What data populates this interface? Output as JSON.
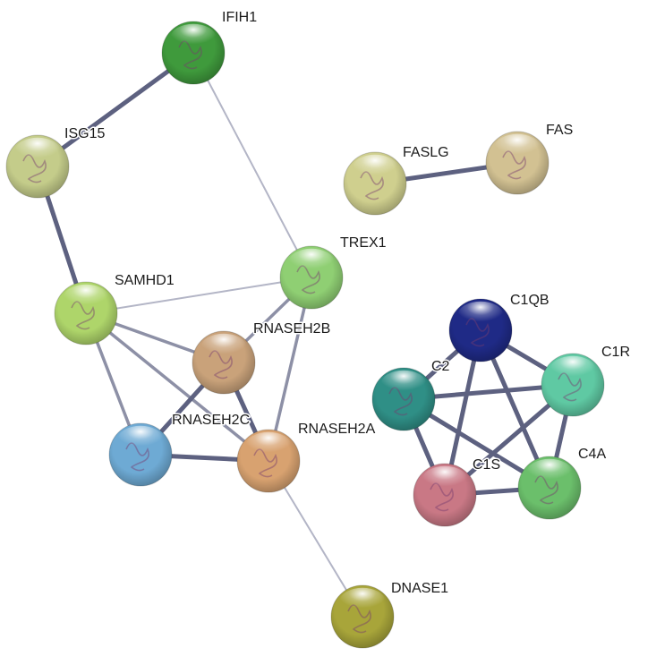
{
  "network": {
    "nodes": [
      {
        "id": "IFIH1",
        "label": "IFIH1",
        "color": "#3f9a3c"
      },
      {
        "id": "ISG15",
        "label": "ISG15",
        "color": "#c4cc8a"
      },
      {
        "id": "FASLG",
        "label": "FASLG",
        "color": "#cfcf8e"
      },
      {
        "id": "FAS",
        "label": "FAS",
        "color": "#d2c192"
      },
      {
        "id": "TREX1",
        "label": "TREX1",
        "color": "#8fcf73"
      },
      {
        "id": "SAMHD1",
        "label": "SAMHD1",
        "color": "#aed56a"
      },
      {
        "id": "RNASEH2B",
        "label": "RNASEH2B",
        "color": "#c9a27a"
      },
      {
        "id": "RNASEH2C",
        "label": "RNASEH2C",
        "color": "#6eaad4"
      },
      {
        "id": "RNASEH2A",
        "label": "RNASEH2A",
        "color": "#d8a270"
      },
      {
        "id": "DNASE1",
        "label": "DNASE1",
        "color": "#a8a53a"
      },
      {
        "id": "C1QB",
        "label": "C1QB",
        "color": "#1f2a86"
      },
      {
        "id": "C1R",
        "label": "C1R",
        "color": "#5fc9a3"
      },
      {
        "id": "C2",
        "label": "C2",
        "color": "#2f8f86"
      },
      {
        "id": "C4A",
        "label": "C4A",
        "color": "#6bbf6b"
      },
      {
        "id": "C1S",
        "label": "C1S",
        "color": "#c97885"
      }
    ],
    "edges": [
      {
        "source": "IFIH1",
        "target": "ISG15",
        "weight": "strong"
      },
      {
        "source": "IFIH1",
        "target": "TREX1",
        "weight": "weak"
      },
      {
        "source": "ISG15",
        "target": "SAMHD1",
        "weight": "strong"
      },
      {
        "source": "FASLG",
        "target": "FAS",
        "weight": "strong"
      },
      {
        "source": "SAMHD1",
        "target": "TREX1",
        "weight": "weak"
      },
      {
        "source": "SAMHD1",
        "target": "RNASEH2B",
        "weight": "medium"
      },
      {
        "source": "SAMHD1",
        "target": "RNASEH2C",
        "weight": "medium"
      },
      {
        "source": "SAMHD1",
        "target": "RNASEH2A",
        "weight": "medium"
      },
      {
        "source": "TREX1",
        "target": "RNASEH2B",
        "weight": "medium"
      },
      {
        "source": "TREX1",
        "target": "RNASEH2A",
        "weight": "medium"
      },
      {
        "source": "RNASEH2B",
        "target": "RNASEH2C",
        "weight": "strong"
      },
      {
        "source": "RNASEH2B",
        "target": "RNASEH2A",
        "weight": "strong"
      },
      {
        "source": "RNASEH2C",
        "target": "RNASEH2A",
        "weight": "strong"
      },
      {
        "source": "RNASEH2A",
        "target": "DNASE1",
        "weight": "weak"
      },
      {
        "source": "C1QB",
        "target": "C1R",
        "weight": "strong"
      },
      {
        "source": "C1QB",
        "target": "C2",
        "weight": "strong"
      },
      {
        "source": "C1QB",
        "target": "C4A",
        "weight": "strong"
      },
      {
        "source": "C1QB",
        "target": "C1S",
        "weight": "strong"
      },
      {
        "source": "C2",
        "target": "C1R",
        "weight": "strong"
      },
      {
        "source": "C2",
        "target": "C4A",
        "weight": "strong"
      },
      {
        "source": "C2",
        "target": "C1S",
        "weight": "strong"
      },
      {
        "source": "C1R",
        "target": "C1S",
        "weight": "strong"
      },
      {
        "source": "C1R",
        "target": "C4A",
        "weight": "strong"
      },
      {
        "source": "C1S",
        "target": "C4A",
        "weight": "strong"
      }
    ]
  }
}
